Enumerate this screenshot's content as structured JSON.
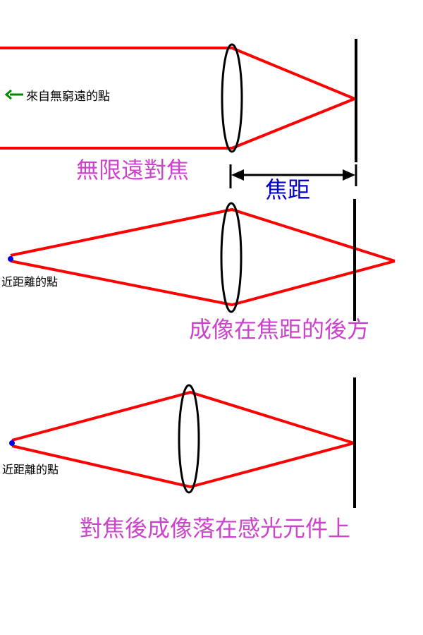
{
  "panel1": {
    "title": "無限遠對焦",
    "source_label": "來自無窮遠的點",
    "dimension_label": "焦距"
  },
  "panel2": {
    "title": "成像在焦距的後方",
    "source_label": "近距離的點"
  },
  "panel3": {
    "title": "對焦後成像落在感光元件上",
    "source_label": "近距離的點"
  },
  "colors": {
    "ray": "#ff0000",
    "caption": "#cc44cc",
    "dimension": "#0000cc",
    "arrow": "#008800",
    "point": "#0000ff"
  }
}
